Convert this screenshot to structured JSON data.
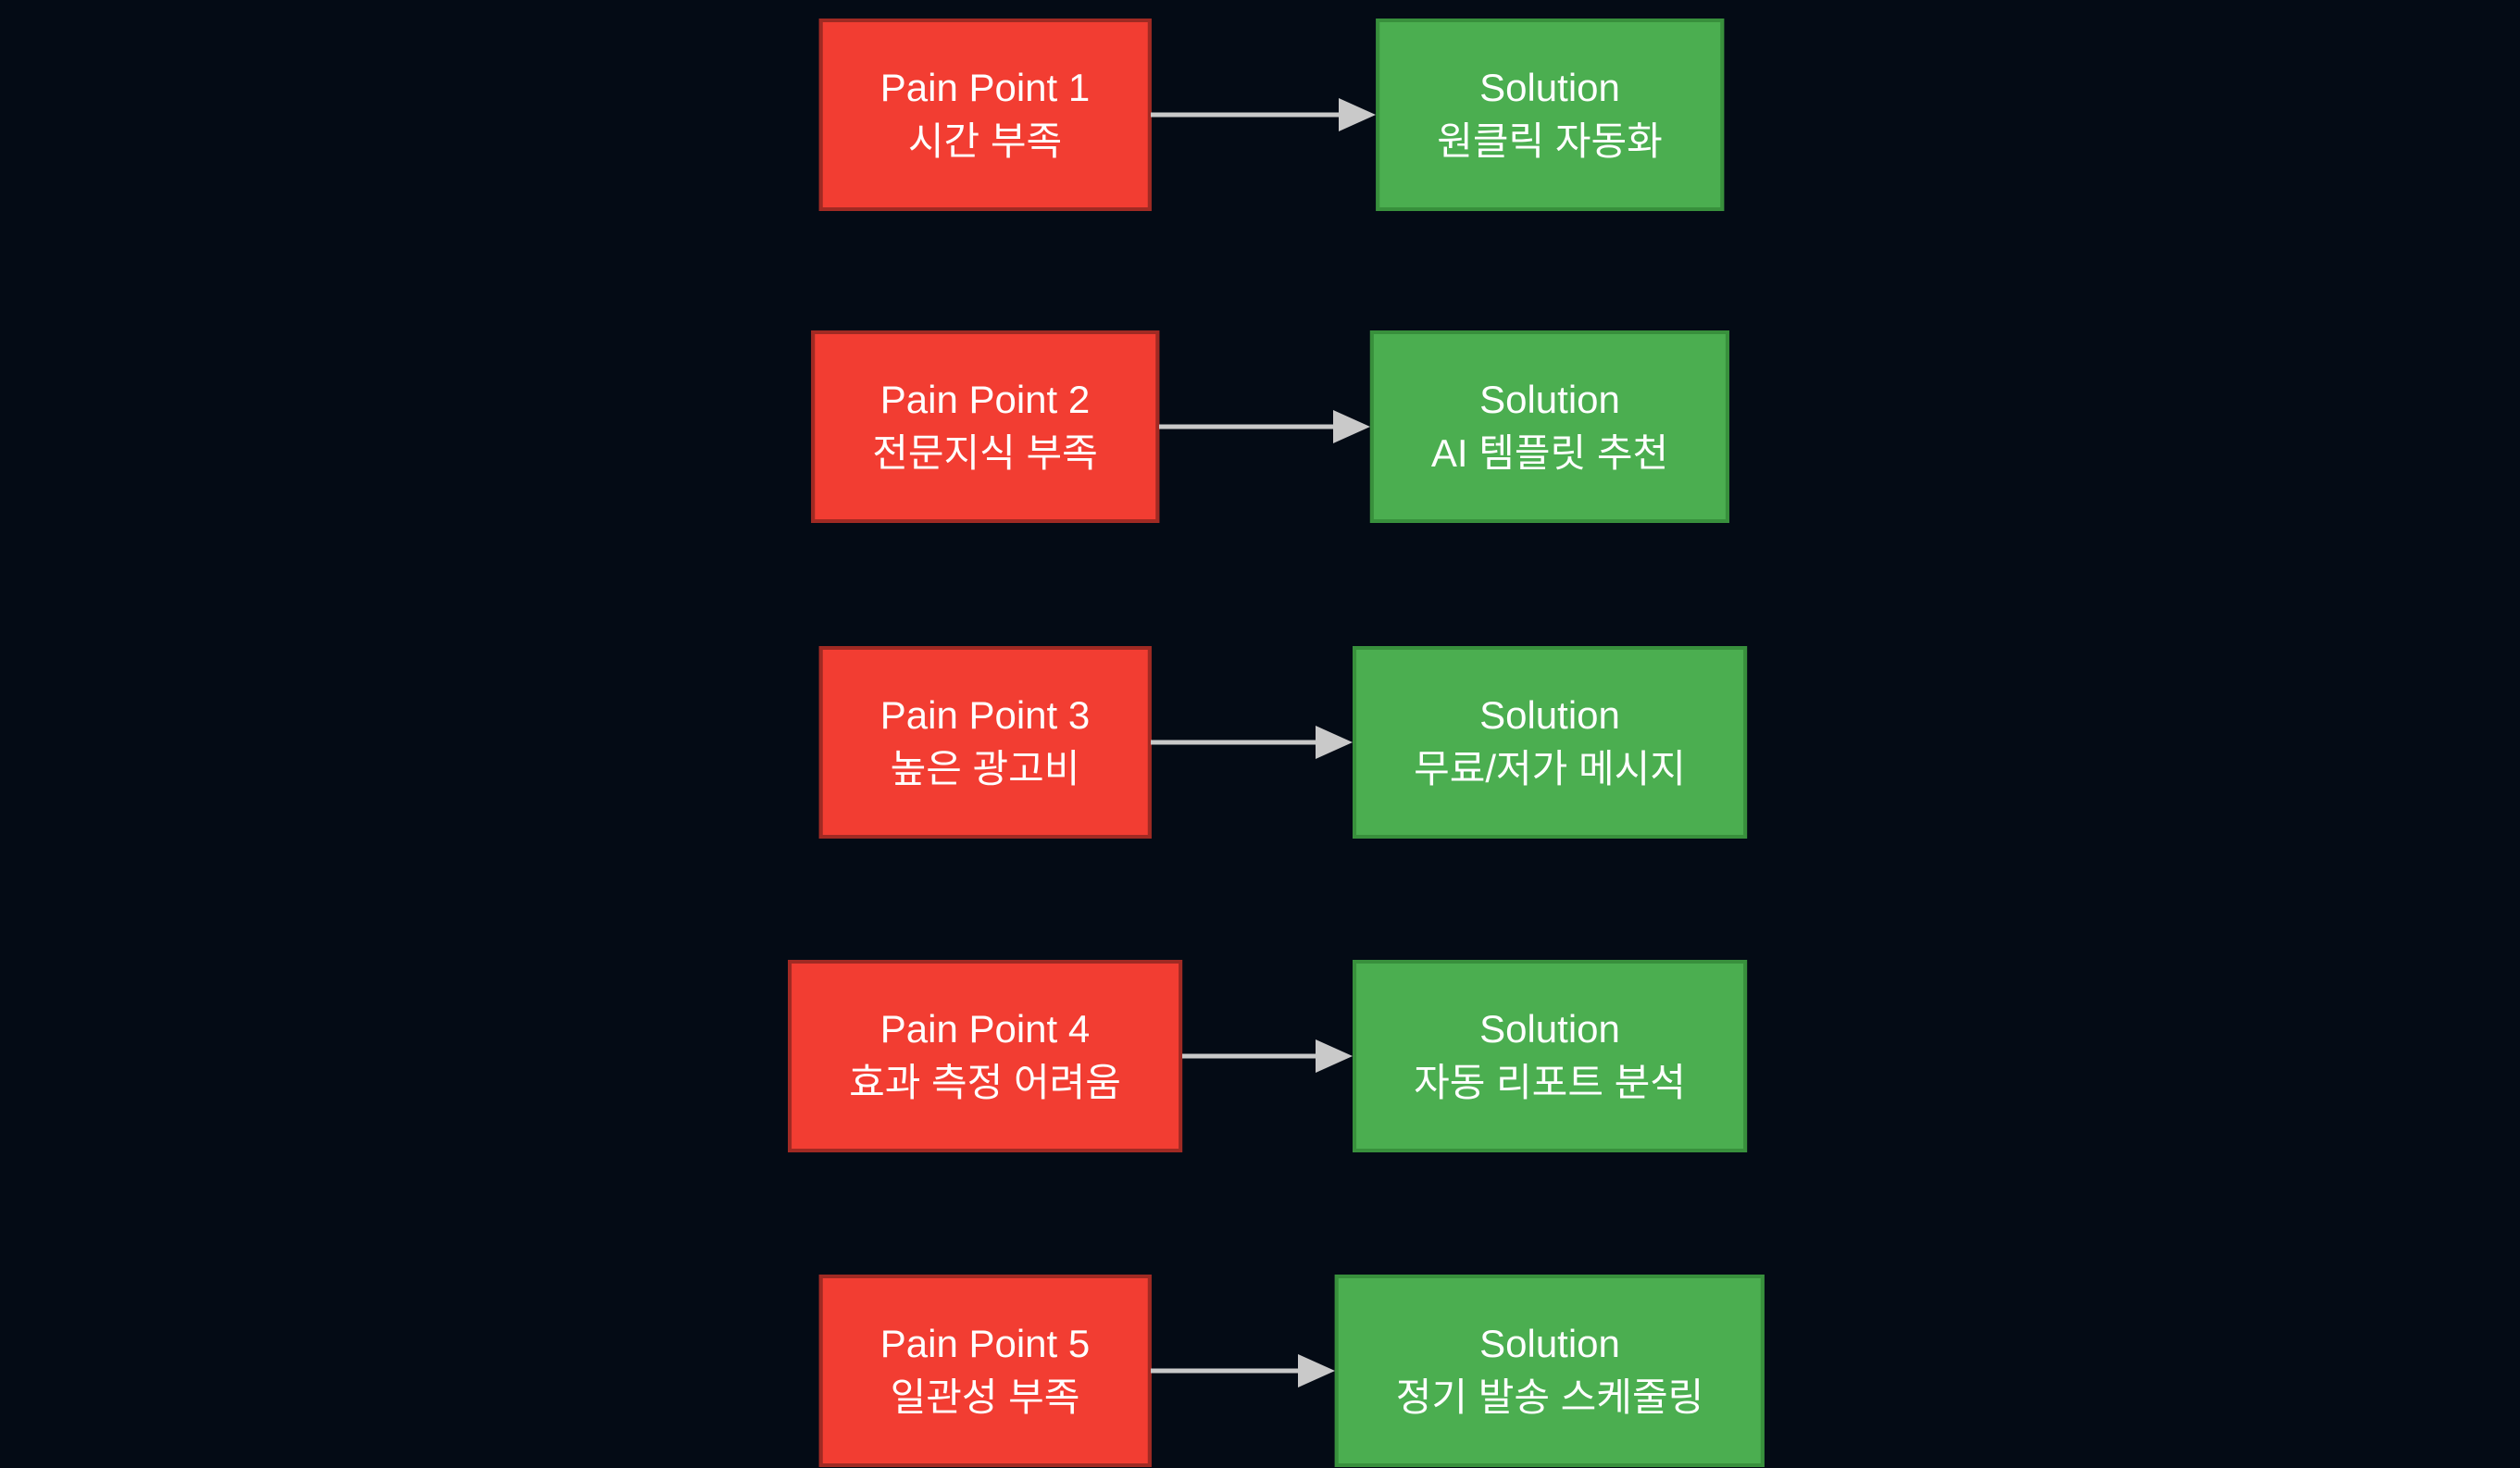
{
  "diagram": {
    "type": "pain-point-to-solution-flowchart",
    "colors": {
      "background": "#040B15",
      "pain-fill": "#F23D32",
      "pain-border": "#A02A23",
      "solution-fill": "#4BAE50",
      "solution-border": "#38903C",
      "arrow": "#C9C9C9",
      "text": "#FFFFFF"
    },
    "rows": [
      {
        "pain": {
          "title": "Pain Point 1",
          "label": "시간 부족"
        },
        "solution": {
          "title": "Solution",
          "label": "원클릭 자동화"
        }
      },
      {
        "pain": {
          "title": "Pain Point 2",
          "label": "전문지식 부족"
        },
        "solution": {
          "title": "Solution",
          "label": "AI 템플릿 추천"
        }
      },
      {
        "pain": {
          "title": "Pain Point 3",
          "label": "높은 광고비"
        },
        "solution": {
          "title": "Solution",
          "label": "무료/저가 메시지"
        }
      },
      {
        "pain": {
          "title": "Pain Point 4",
          "label": "효과 측정 어려움"
        },
        "solution": {
          "title": "Solution",
          "label": "자동 리포트 분석"
        }
      },
      {
        "pain": {
          "title": "Pain Point 5",
          "label": "일관성 부족"
        },
        "solution": {
          "title": "Solution",
          "label": "정기 발송 스케줄링"
        }
      }
    ]
  }
}
